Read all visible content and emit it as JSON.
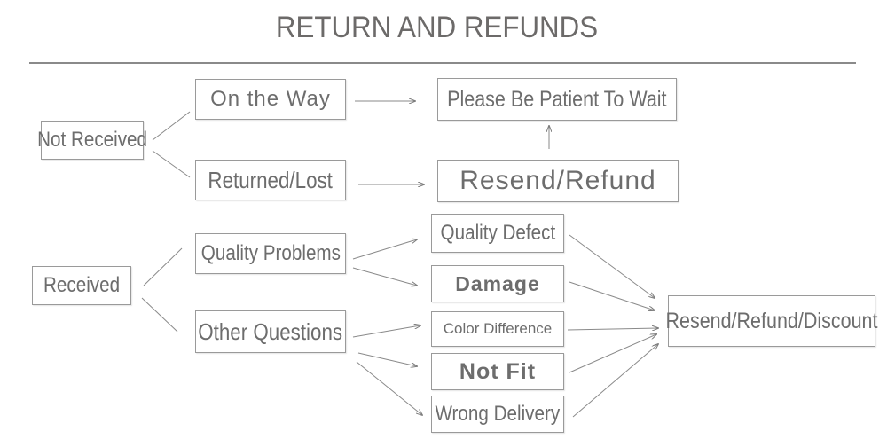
{
  "title": "RETURN AND REFUNDS",
  "nodes": {
    "not_received": "Not Received",
    "on_the_way": "On the Way",
    "returned_lost": "Returned/Lost",
    "please_wait": "Please Be Patient To Wait",
    "resend_refund": "Resend/Refund",
    "received": "Received",
    "quality_problems": "Quality Problems",
    "other_questions": "Other Questions",
    "quality_defect": "Quality Defect",
    "damage": "Damage",
    "color_difference": "Color Difference",
    "not_fit": "Not Fit",
    "wrong_delivery": "Wrong Delivery",
    "resend_refund_discount": "Resend/Refund/Discount"
  }
}
